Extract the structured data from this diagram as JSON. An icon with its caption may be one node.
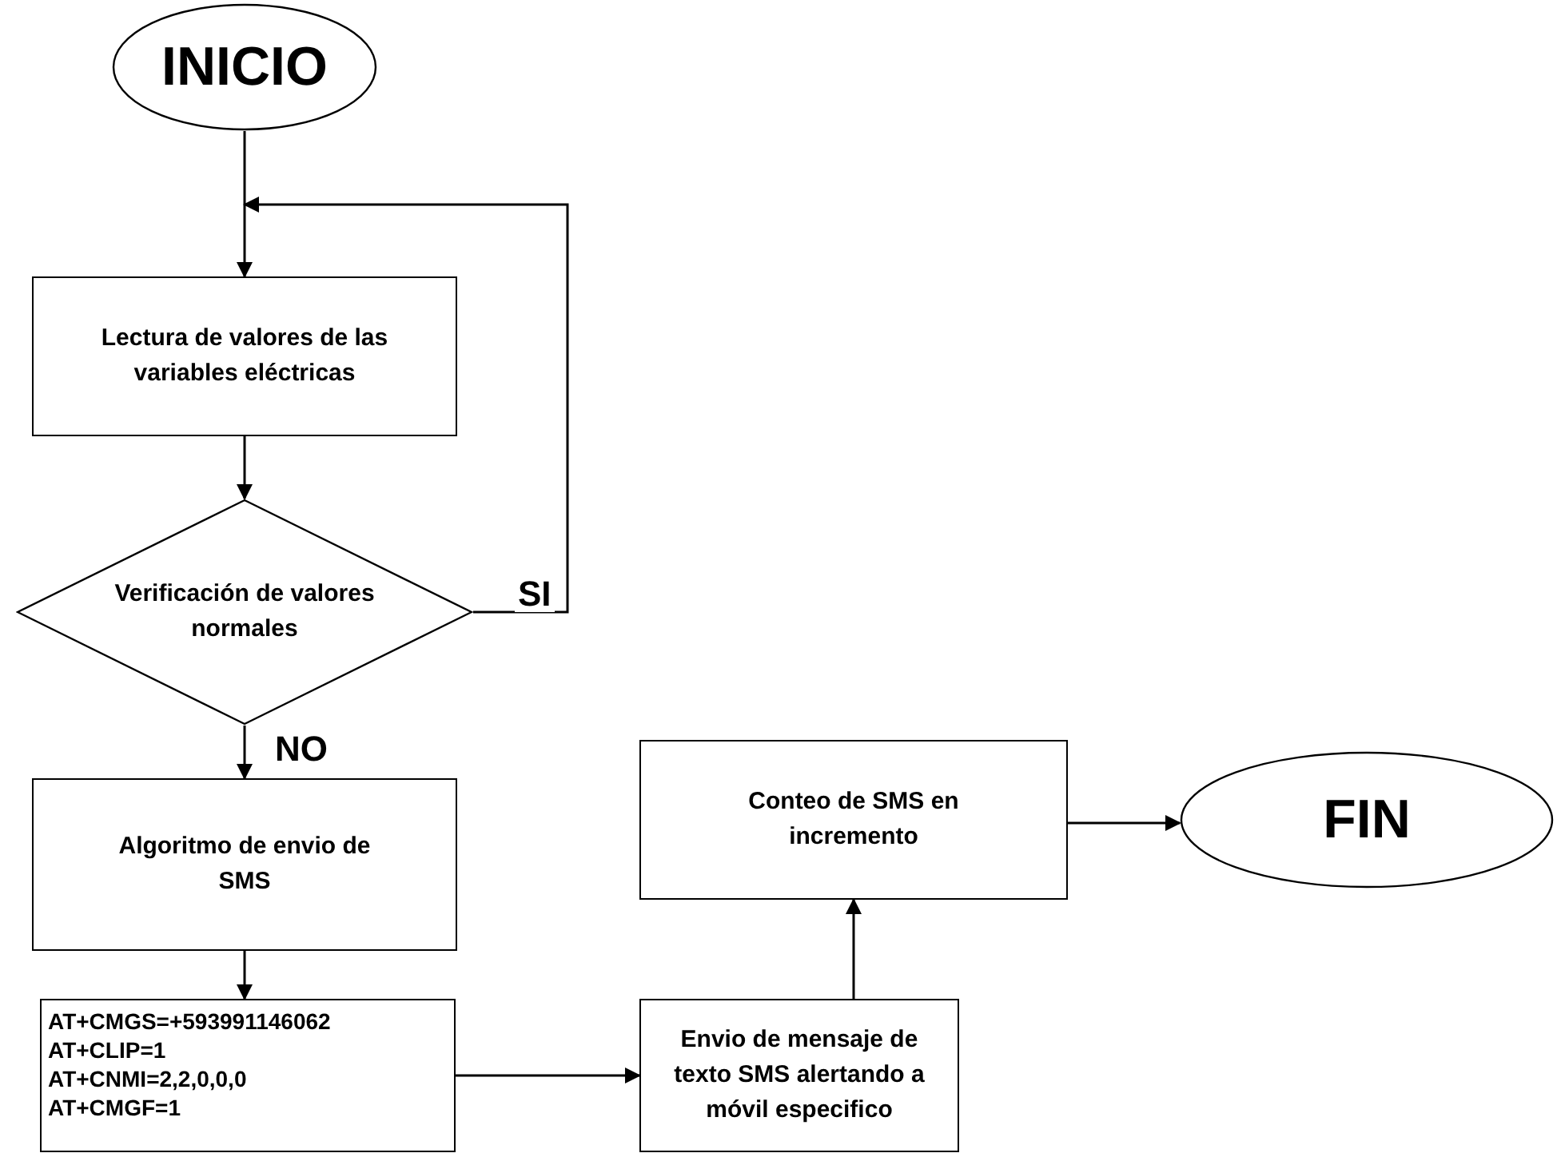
{
  "diagram": {
    "nodes": [
      {
        "text": [
          "INICIO"
        ]
      },
      {
        "text": [
          "Lectura de valores de las variables eléctricas"
        ]
      },
      {
        "text": [
          "Verificación de valores normales"
        ]
      },
      {
        "text": [
          "Algoritmo de envio de SMS"
        ]
      },
      {
        "text": [
          "AT+CMGS=+593991146062",
          "AT+CLIP=1",
          "AT+CNMI=2,2,0,0,0",
          "AT+CMGF=1"
        ]
      },
      {
        "text": [
          "Envio de mensaje de texto SMS alertando a móvil especifico"
        ]
      },
      {
        "text": [
          "Conteo de SMS en incremento"
        ]
      },
      {
        "text": [
          "FIN"
        ]
      }
    ],
    "edges": [
      {
        "from": 0,
        "to": 1,
        "arrow": "to"
      },
      {
        "from": 1,
        "to": 2,
        "arrow": "to"
      },
      {
        "from": 2,
        "to": 1,
        "arrow": "to",
        "label": "SI"
      },
      {
        "from": 2,
        "to": 3,
        "arrow": "to",
        "label": "NO"
      },
      {
        "from": 3,
        "to": 4,
        "arrow": "to"
      },
      {
        "from": 4,
        "to": 5,
        "arrow": "to"
      },
      {
        "from": 5,
        "to": 6,
        "arrow": "to"
      },
      {
        "from": 6,
        "to": 7,
        "arrow": "to"
      }
    ]
  }
}
